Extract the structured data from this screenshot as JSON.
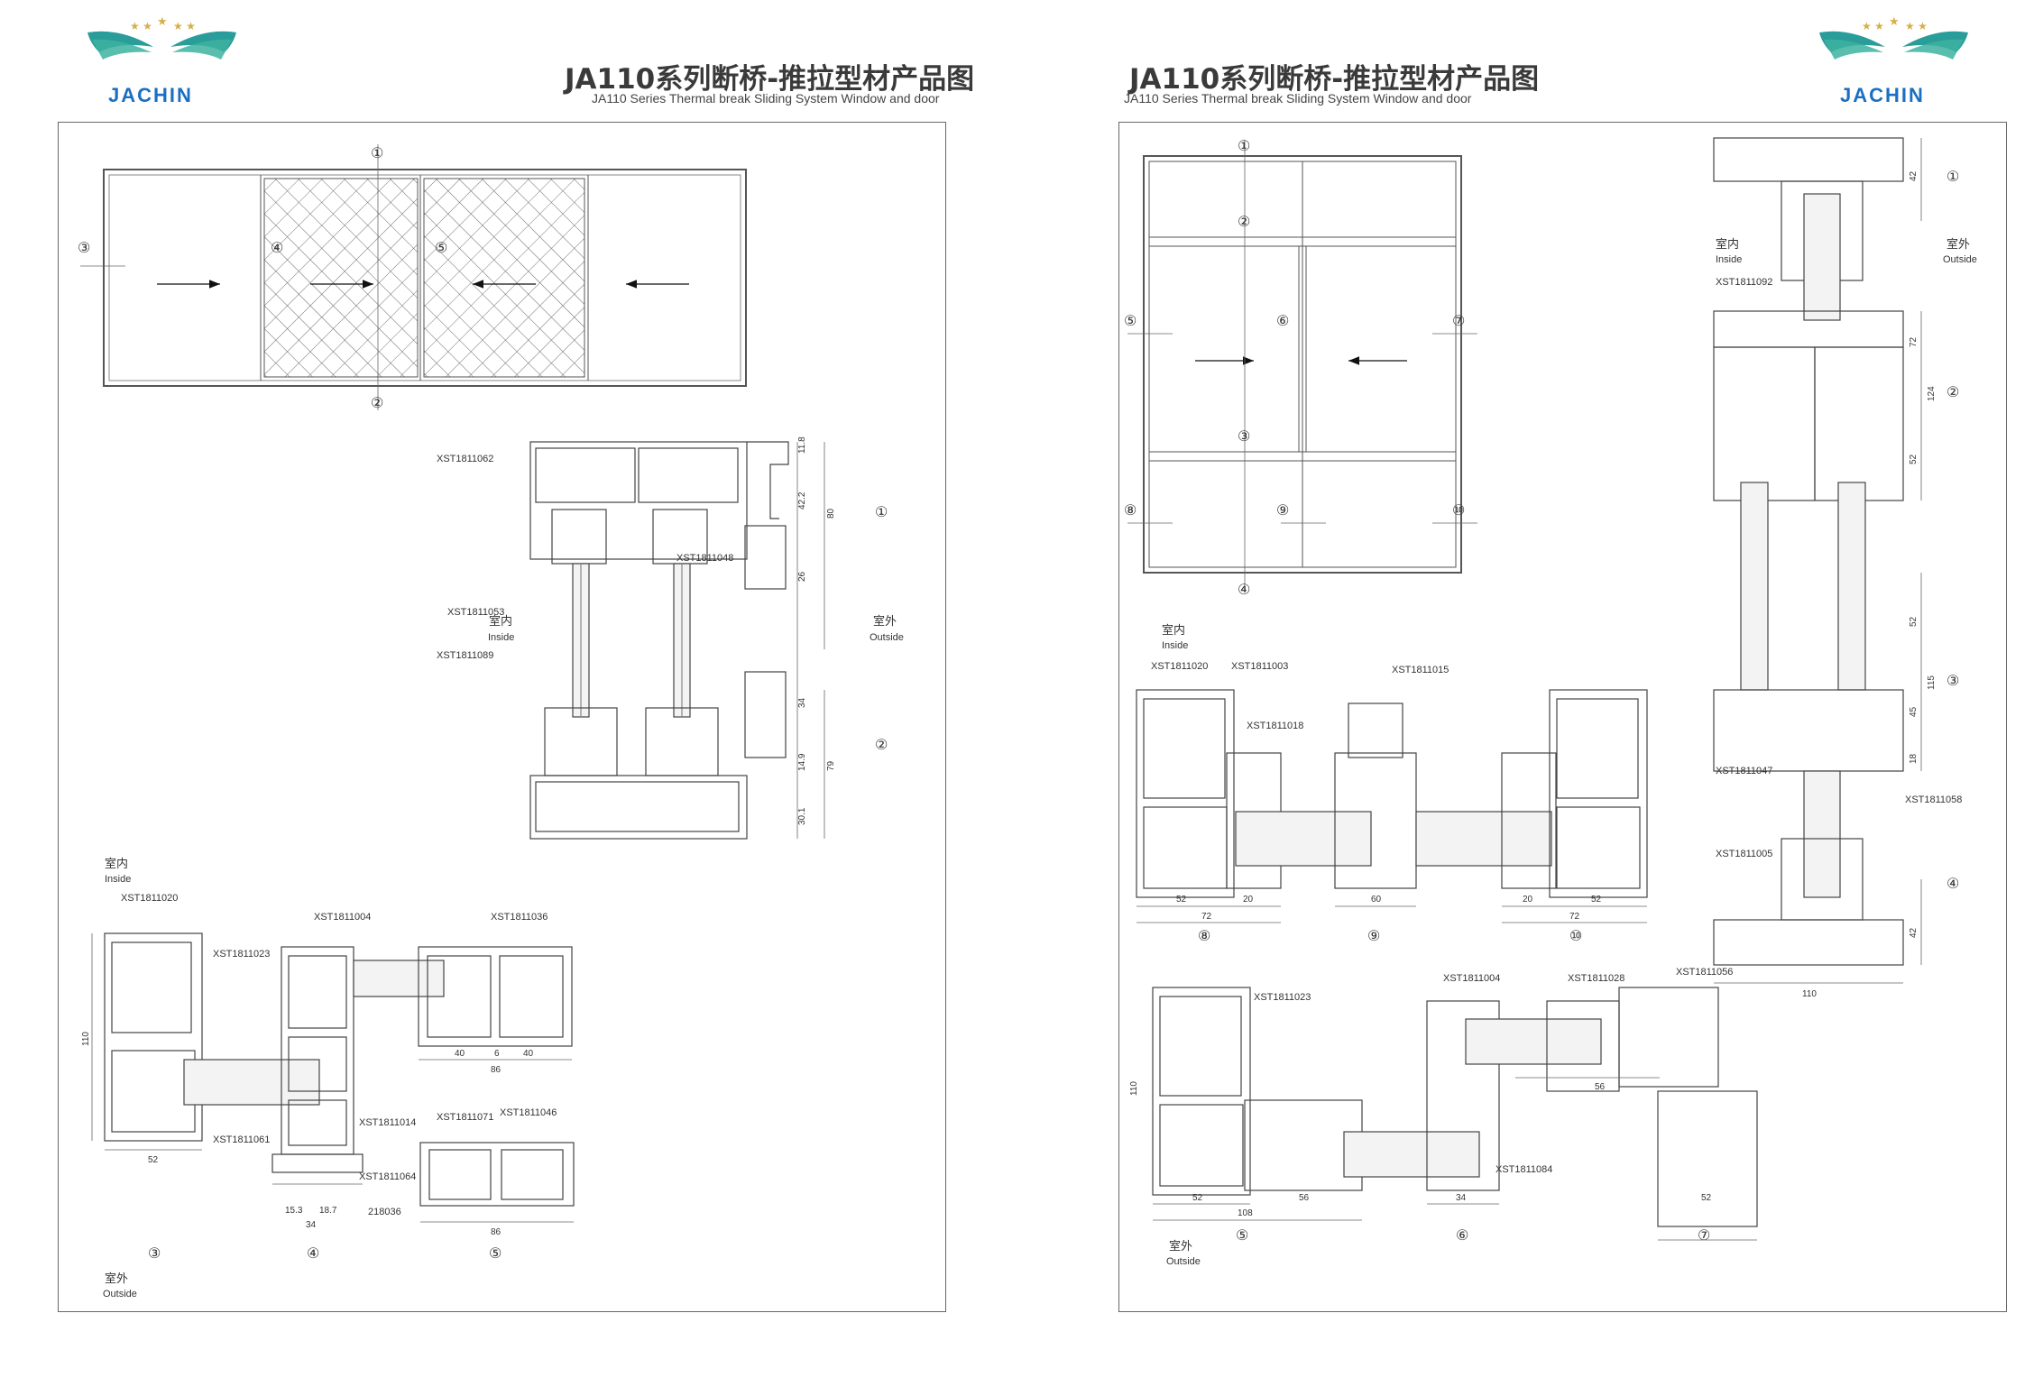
{
  "brand": {
    "name": "JACHIN",
    "logo_icon": "wings-stars-icon",
    "accent": "#1a6fc4"
  },
  "pages": [
    {
      "title": "JA110系列断桥-推拉型材产品图",
      "subtitle": "JA110 Series Thermal break Sliding System Window and door"
    },
    {
      "title": "JA110系列断桥-推拉型材产品图",
      "subtitle": "JA110 Series Thermal break Sliding System Window and door"
    }
  ],
  "labels": {
    "inside_cn": "室内",
    "inside_en": "Inside",
    "outside_cn": "室外",
    "outside_en": "Outside"
  },
  "left": {
    "elevation_markers": [
      "①",
      "②",
      "③",
      "④",
      "⑤"
    ],
    "section12": {
      "codes": [
        "XST1811062",
        "XST1811048",
        "XST1811053",
        "XST1811089"
      ],
      "dims": [
        "11.8",
        "42.2",
        "80",
        "26",
        "34",
        "14.9",
        "79",
        "30.1"
      ],
      "markers": [
        "①",
        "②"
      ]
    },
    "section3": {
      "codes": [
        "XST1811020",
        "XST1811023",
        "XST1811061"
      ],
      "dims": [
        "110",
        "52"
      ],
      "marker": "③"
    },
    "section4": {
      "codes": [
        "XST1811004",
        "XST1811014",
        "XST1811064",
        "218036"
      ],
      "dims": [
        "15.3",
        "18.7",
        "34"
      ],
      "marker": "④"
    },
    "section5": {
      "codes": [
        "XST1811036",
        "XST1811071",
        "XST1811046"
      ],
      "dims": [
        "40",
        "6",
        "40",
        "86",
        "86"
      ],
      "marker": "⑤"
    }
  },
  "right": {
    "elevation_markers": [
      "①",
      "②",
      "③",
      "④",
      "⑤",
      "⑥",
      "⑦",
      "⑧",
      "⑨",
      "⑩"
    ],
    "vertical": {
      "codes": [
        "XST1811092",
        "XST1811047",
        "XST1811058",
        "XST1811005"
      ],
      "dims": [
        "42",
        "72",
        "124",
        "52",
        "52",
        "115",
        "45",
        "18",
        "42",
        "110"
      ],
      "markers": [
        "①",
        "②",
        "③",
        "④"
      ]
    },
    "section8to10": {
      "codes": [
        "XST1811020",
        "XST1811003",
        "XST1811015",
        "XST1811018"
      ],
      "dims": [
        "52",
        "20",
        "72",
        "60",
        "20",
        "52",
        "72"
      ],
      "markers": [
        "⑧",
        "⑨",
        "⑩"
      ]
    },
    "section5to7": {
      "codes": [
        "XST1811023",
        "XST1811004",
        "XST1811028",
        "XST1811056",
        "XST1811084"
      ],
      "dims": [
        "110",
        "52",
        "56",
        "108",
        "56",
        "34",
        "52"
      ],
      "markers": [
        "⑤",
        "⑥",
        "⑦"
      ]
    }
  }
}
